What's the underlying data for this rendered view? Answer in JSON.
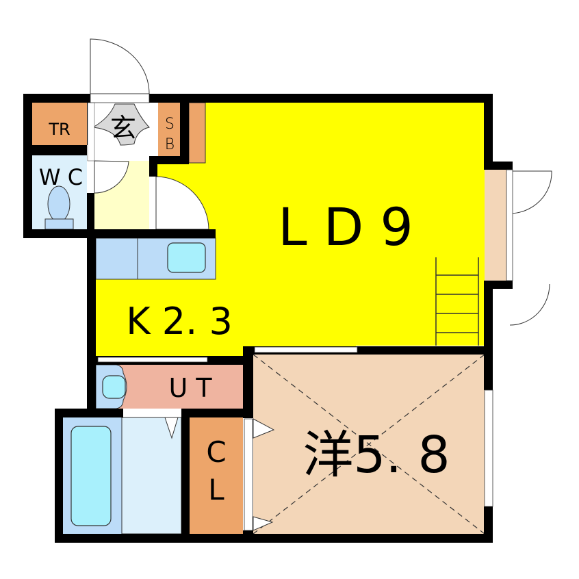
{
  "title": "1LDK floor plan",
  "colors": {
    "wall": "#000000",
    "ldk": "#ffff00",
    "storage": "#eda56a",
    "western_room": "#f3d6b8",
    "utility": "#efb4a0",
    "water_room": "#dcf0fb",
    "fixture_blue": "#bcdcf8",
    "fixture_cyan": "#a8f0fc",
    "hall": "#ffffc8",
    "entry_tile": "#d9d9d9"
  },
  "rooms": {
    "tr": {
      "label": "TR"
    },
    "genkan": {
      "label": "玄"
    },
    "sb": {
      "label": "S\nB",
      "line1": "S",
      "line2": "B"
    },
    "wc": {
      "label": "W C"
    },
    "ld": {
      "label": "L D 9"
    },
    "kitchen": {
      "label": "K 2. 3"
    },
    "ut": {
      "label": "U T"
    },
    "cl": {
      "label": "C\nL",
      "line1": "C",
      "line2": "L"
    },
    "western": {
      "label": "洋5. 8"
    }
  }
}
